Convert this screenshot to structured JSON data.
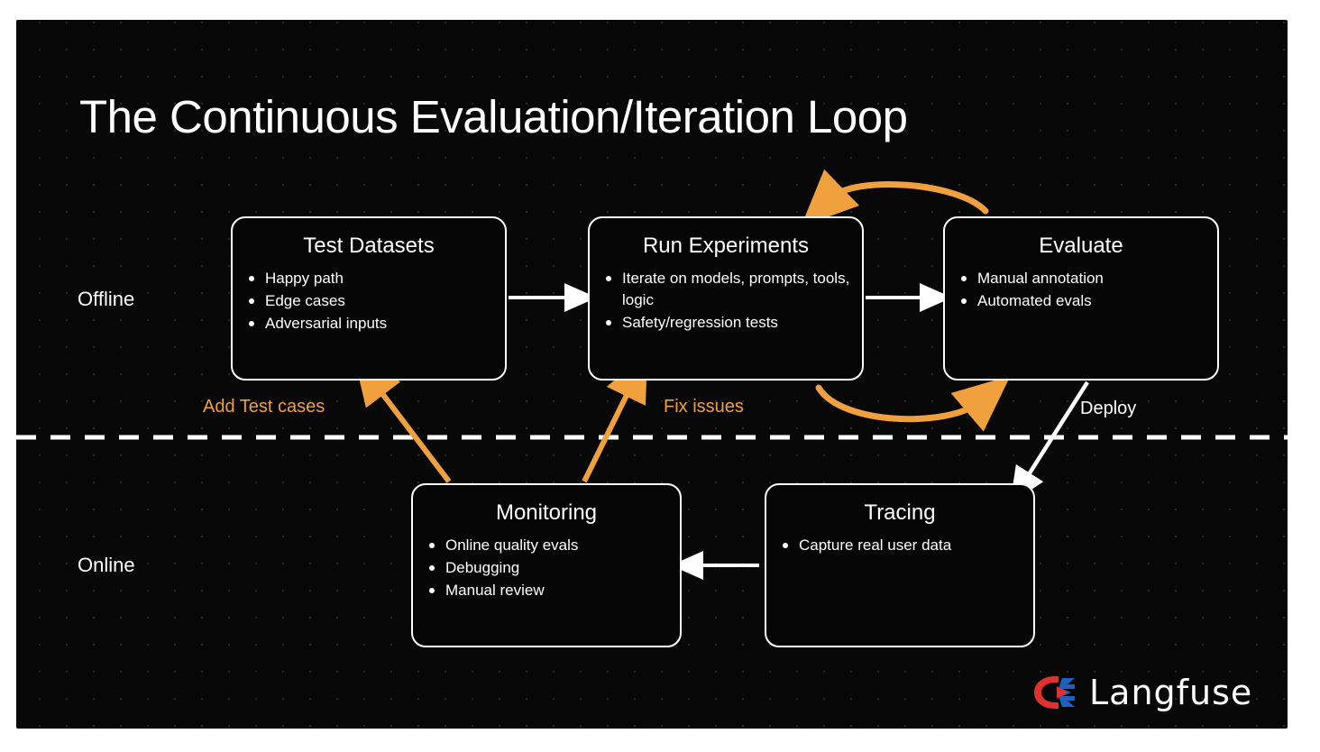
{
  "title": "The Continuous Evaluation/Iteration Loop",
  "lanes": [
    {
      "name": "offline",
      "label": "Offline"
    },
    {
      "name": "online",
      "label": "Online"
    }
  ],
  "colors": {
    "canvas_background": "#080808",
    "page_background": "#ffffff",
    "node_border": "#ffffff",
    "text": "#ffffff",
    "accent_orange": "#f0a03c",
    "logo_red": "#e03131",
    "logo_blue": "#1e5fbf",
    "grid_dot": "#2a2a2a"
  },
  "nodes": [
    {
      "id": "test-datasets",
      "title": "Test Datasets",
      "items": [
        "Happy path",
        "Edge cases",
        "Adversarial inputs"
      ]
    },
    {
      "id": "run-experiments",
      "title": "Run Experiments",
      "items": [
        "Iterate on models, prompts, tools, logic",
        "Safety/regression tests"
      ]
    },
    {
      "id": "evaluate",
      "title": "Evaluate",
      "items": [
        "Manual annotation",
        "Automated evals"
      ]
    },
    {
      "id": "monitoring",
      "title": "Monitoring",
      "items": [
        "Online quality evals",
        "Debugging",
        "Manual review"
      ]
    },
    {
      "id": "tracing",
      "title": "Tracing",
      "items": [
        "Capture real user data"
      ]
    }
  ],
  "edges": [
    {
      "id": "test-datasets-to-run-experiments",
      "label": "",
      "color": "#ffffff",
      "style": "straight"
    },
    {
      "id": "run-experiments-to-evaluate",
      "label": "",
      "color": "#ffffff",
      "style": "straight"
    },
    {
      "id": "evaluate-to-run-experiments",
      "label": "",
      "color": "#f0a03c",
      "style": "curved"
    },
    {
      "id": "run-experiments-to-evaluate-loop",
      "label": "",
      "color": "#f0a03c",
      "style": "curved"
    },
    {
      "id": "evaluate-to-tracing",
      "label": "Deploy",
      "color": "#ffffff",
      "style": "diagonal"
    },
    {
      "id": "tracing-to-monitoring",
      "label": "",
      "color": "#ffffff",
      "style": "straight"
    },
    {
      "id": "monitoring-to-test-datasets",
      "label": "Add Test cases",
      "color": "#f0a03c",
      "style": "diagonal"
    },
    {
      "id": "monitoring-to-run-experiments",
      "label": "Fix issues",
      "color": "#f0a03c",
      "style": "diagonal"
    }
  ],
  "divider": {
    "name": "offline-online-divider",
    "style": "dashed",
    "color": "#ffffff"
  },
  "logo": {
    "text": "Langfuse",
    "mark": "langfuse-logo-icon"
  }
}
